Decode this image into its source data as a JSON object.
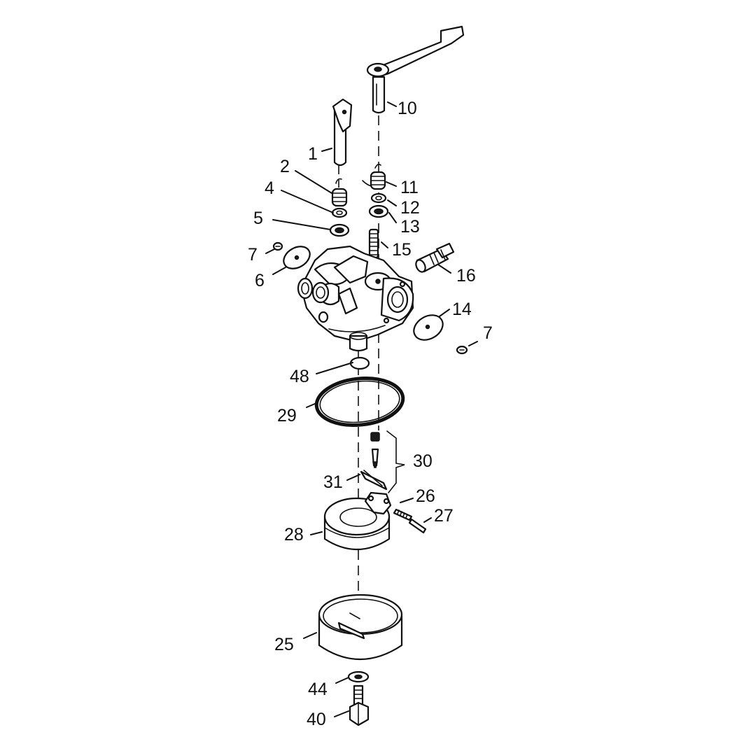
{
  "diagram": {
    "callouts": {
      "c1": "1",
      "c2": "2",
      "c4": "4",
      "c5": "5",
      "c6": "6",
      "c7a": "7",
      "c7b": "7",
      "c10": "10",
      "c11": "11",
      "c12": "12",
      "c13": "13",
      "c14": "14",
      "c15": "15",
      "c16": "16",
      "c25": "25",
      "c26": "26",
      "c27": "27",
      "c28": "28",
      "c29": "29",
      "c30": "30",
      "c31": "31",
      "c40": "40",
      "c44": "44",
      "c48": "48"
    }
  }
}
